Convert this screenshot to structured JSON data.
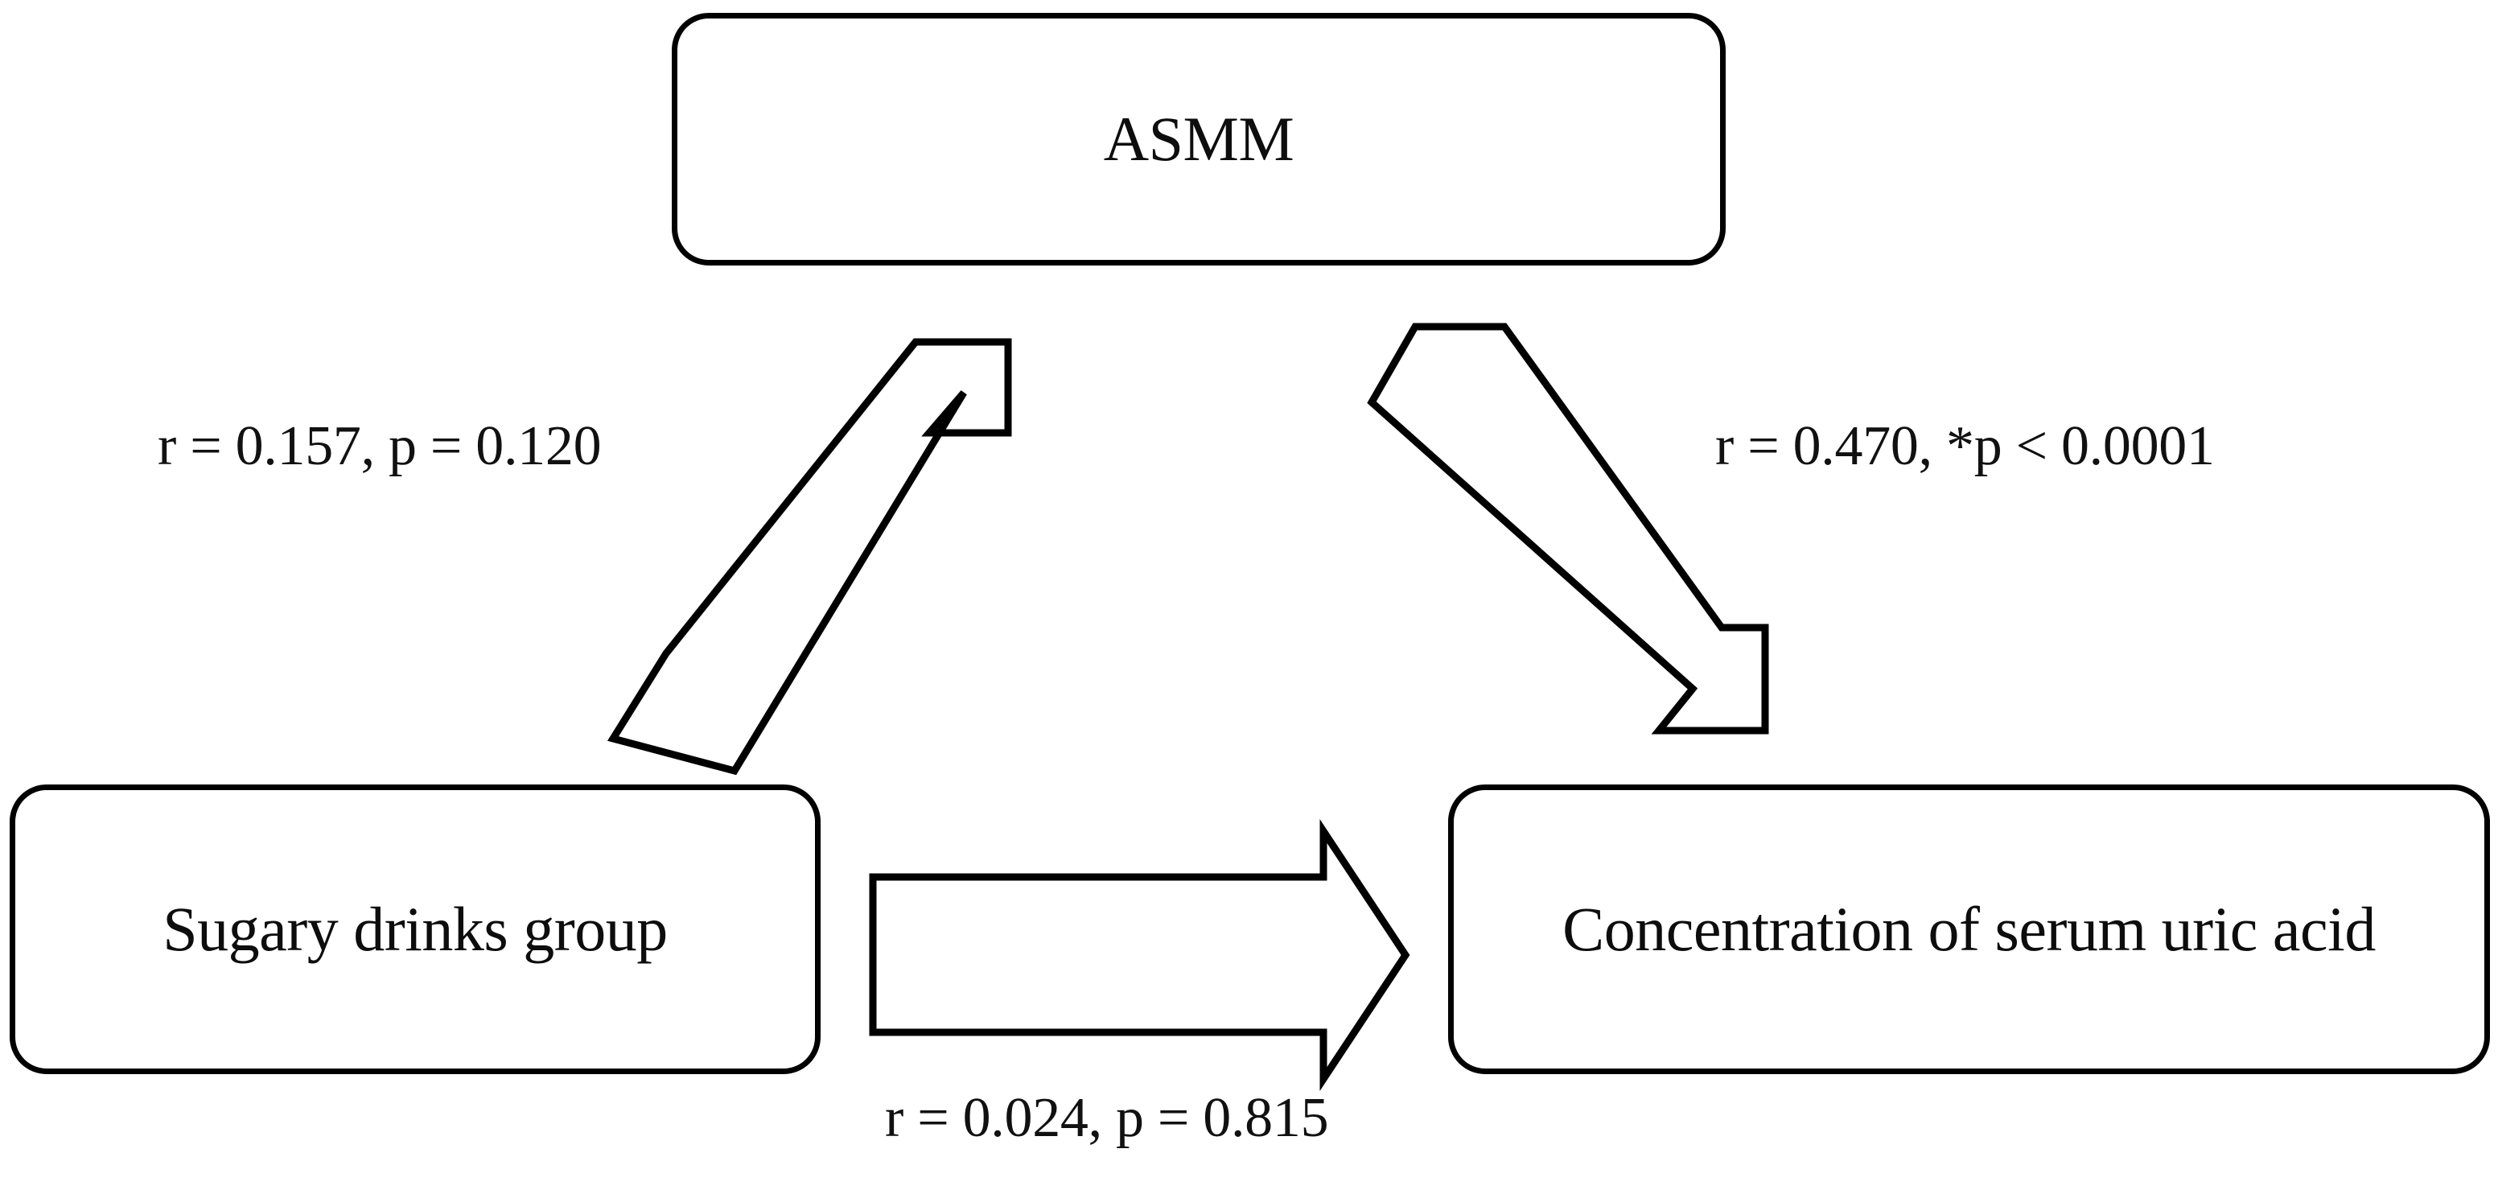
{
  "figure": {
    "type": "path-diagram",
    "background_color": "#ffffff",
    "line_color": "#000000",
    "text_color": "#111111"
  },
  "nodes": [
    {
      "id": "asmm",
      "label": "ASMM",
      "position": "top-center"
    },
    {
      "id": "sugary",
      "label": "Sugary drinks group",
      "position": "bottom-left"
    },
    {
      "id": "uric",
      "label": "Concentration of serum uric acid",
      "position": "bottom-right"
    }
  ],
  "edges": [
    {
      "id": "sugary-to-asmm",
      "from": "sugary",
      "to": "asmm",
      "direction": "up-right",
      "label": "r = 0.157, p = 0.120",
      "r": 0.157,
      "p": 0.12,
      "significant": false
    },
    {
      "id": "asmm-to-uric",
      "from": "asmm",
      "to": "uric",
      "direction": "down-right",
      "label": "r = 0.470, *p < 0.0001",
      "r": 0.47,
      "p": 0.0001,
      "significant": true
    },
    {
      "id": "sugary-to-uric",
      "from": "sugary",
      "to": "uric",
      "direction": "right",
      "label": "r = 0.024, p = 0.815",
      "r": 0.024,
      "p": 0.815,
      "significant": false
    }
  ],
  "icons": {
    "arrow_up_right": "block-arrow-up-right-icon",
    "arrow_down_right": "block-arrow-down-right-icon",
    "arrow_right": "block-arrow-right-icon"
  }
}
